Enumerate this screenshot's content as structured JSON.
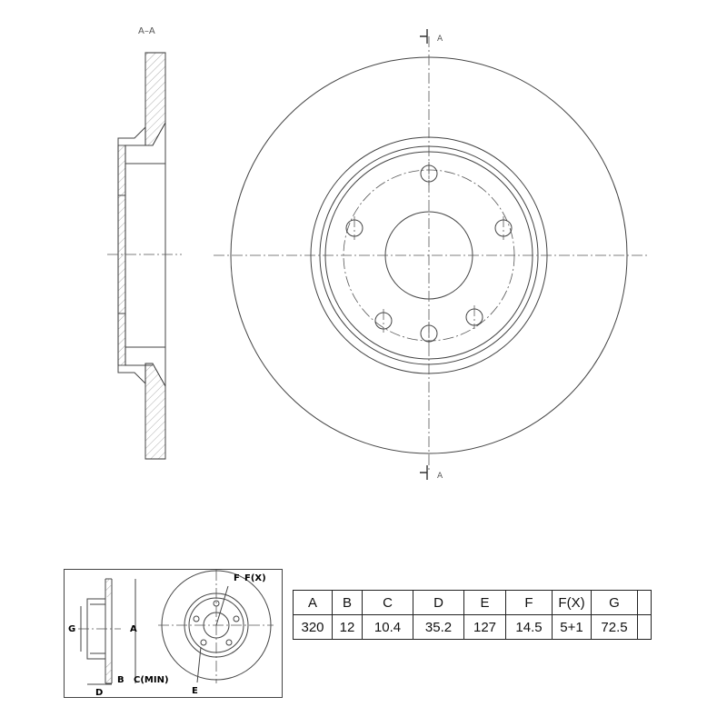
{
  "drawing": {
    "section_label": "A–A",
    "cut_label_top": "A",
    "cut_label_bottom": "A"
  },
  "legend": {
    "labels": {
      "a": "A",
      "b": "B",
      "c_min": "C(MIN)",
      "d": "D",
      "e": "E",
      "f": "F",
      "fx": "F(X)",
      "g": "G"
    }
  },
  "spec_table": {
    "headers": [
      "A",
      "B",
      "C",
      "D",
      "E",
      "F",
      "F(X)",
      "G",
      ""
    ],
    "values": [
      "320",
      "12",
      "10.4",
      "35.2",
      "127",
      "14.5",
      "5+1",
      "72.5",
      ""
    ]
  }
}
